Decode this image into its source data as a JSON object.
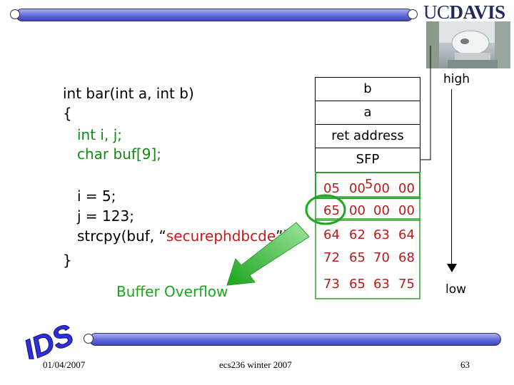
{
  "header": {
    "logo_uc": "UC",
    "logo_davis": "DAVIS"
  },
  "code": {
    "line1": "int bar(int a, int b)",
    "line2": "{",
    "line3": "int i, j;",
    "line4": "char buf[9];",
    "line5": "i = 5;",
    "line6": "j = 123;",
    "line7_pre": "strcpy(buf, “",
    "line7_str": "securephdbcde",
    "line7_post": "”);",
    "line8": "}"
  },
  "buffer_overflow_label": "Buffer Overflow",
  "stack": {
    "b": "b",
    "a": "a",
    "ret": "ret address",
    "sfp": "SFP",
    "rows": [
      [
        "05",
        "00",
        "00",
        "00"
      ],
      [
        "65",
        "00",
        "00",
        "00"
      ],
      [
        "64",
        "62",
        "63",
        "64"
      ],
      [
        "72",
        "65",
        "70",
        "68"
      ],
      [
        "73",
        "65",
        "63",
        "75"
      ]
    ],
    "overlay": {
      "five": "5"
    }
  },
  "high_label": "high",
  "low_label": "low",
  "ids_text": "IDS",
  "footer": {
    "date": "01/04/2007",
    "course": "ecs236 winter 2007",
    "page": "63"
  },
  "colors": {
    "accent_bar": "#5a63d6",
    "code_green": "#118a13",
    "overflow_green": "#16a91a",
    "stack_red": "#b81a1a"
  }
}
